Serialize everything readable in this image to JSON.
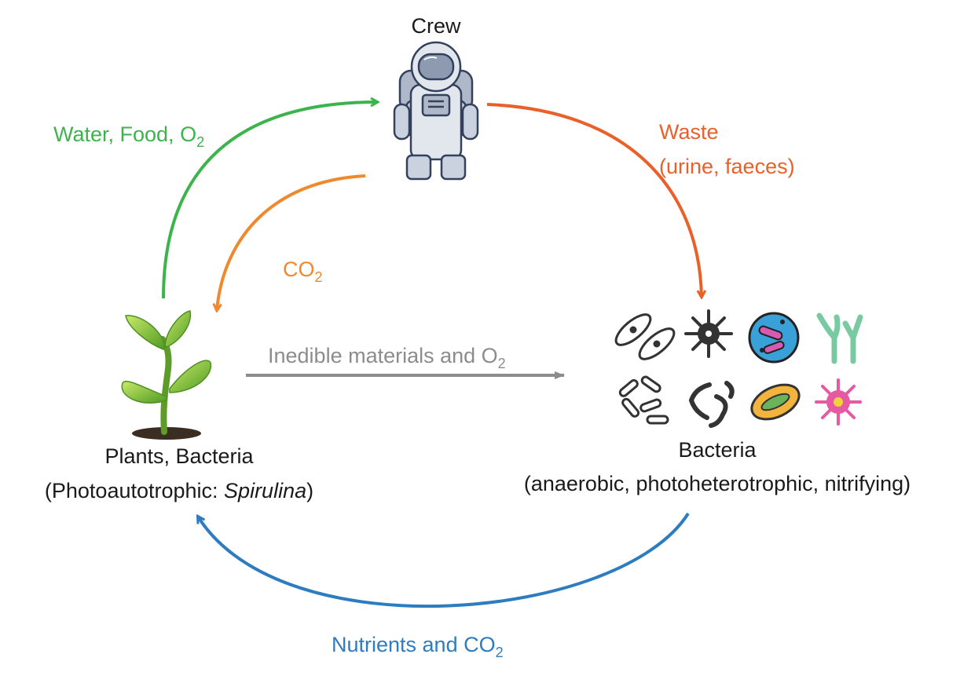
{
  "nodes": {
    "crew": {
      "label": "Crew"
    },
    "plants": {
      "line1": "Plants, Bacteria",
      "line2_prefix": "(Photoautotrophic: ",
      "line2_italic": "Spirulina",
      "line2_suffix": ")"
    },
    "bacteria": {
      "line1": "Bacteria",
      "line2": "(anaerobic, photoheterotrophic, nitrifying)"
    }
  },
  "flows": {
    "plants_to_crew": {
      "text": "Water, Food, O",
      "sub": "2",
      "color": "#3cb44b"
    },
    "crew_to_bacteria": {
      "line1": "Waste",
      "line2": "(urine, faeces)",
      "color": "#e9602a"
    },
    "crew_to_plants": {
      "text": "CO",
      "sub": "2",
      "color": "#f0882d"
    },
    "plants_to_bacteria": {
      "text": "Inedible materials and O",
      "sub": "2",
      "color": "#8c8c8c"
    },
    "bacteria_to_plants": {
      "text": "Nutrients and CO",
      "sub": "2",
      "color": "#2e7cc0"
    }
  },
  "icons": [
    "astronaut-icon",
    "seedling-icon",
    "microbes-icon"
  ]
}
